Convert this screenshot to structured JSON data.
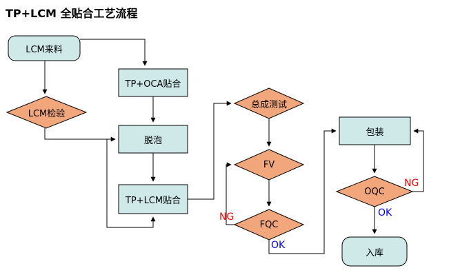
{
  "title": "TP+LCM 全贴合工艺流程",
  "nodes": {
    "lcm_incoming": "LCM来料",
    "lcm_inspection": "LCM检验",
    "tp_oca_lamination": "TP+OCA贴合",
    "defoaming": "脱泡",
    "tp_lcm_lamination": "TP+LCM贴合",
    "assembly_test": "总成测试",
    "fv": "FV",
    "fqc": "FQC",
    "packing": "包装",
    "oqc": "OQC",
    "warehousing": "入库"
  },
  "edge_labels": {
    "fqc_ng": "NG",
    "fqc_ok": "OK",
    "oqc_ng": "NG",
    "oqc_ok": "OK"
  },
  "colors": {
    "process_fill": "#cfe9e9",
    "decision_fill": "#f2a67c",
    "ok_text": "#0000ff",
    "ng_text": "#ff0000",
    "stroke": "#000000"
  }
}
